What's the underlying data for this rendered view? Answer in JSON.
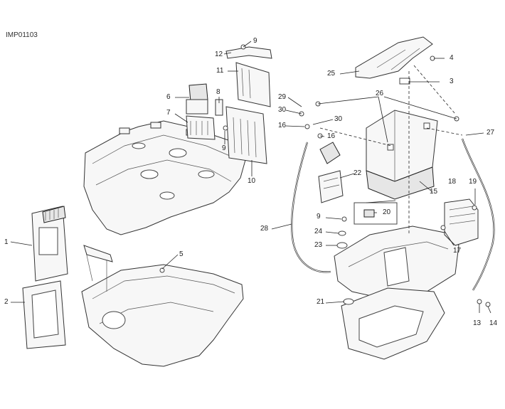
{
  "diagram": {
    "code": "IMP01103",
    "refs": {
      "r1": "1",
      "r2": "2",
      "r3": "3",
      "r4": "4",
      "r5": "5",
      "r6": "6",
      "r7": "7",
      "r8": "8",
      "r9a": "9",
      "r9b": "9",
      "r9c": "9",
      "r10": "10",
      "r11": "11",
      "r12": "12",
      "r13": "13",
      "r14": "14",
      "r15": "15",
      "r16a": "16",
      "r16b": "16",
      "r17": "17",
      "r18": "18",
      "r19": "19",
      "r20": "20",
      "r21": "21",
      "r22": "22",
      "r23": "23",
      "r24": "24",
      "r25": "25",
      "r26": "26",
      "r27": "27",
      "r28": "28",
      "r29": "29",
      "r30a": "30",
      "r30b": "30"
    }
  }
}
